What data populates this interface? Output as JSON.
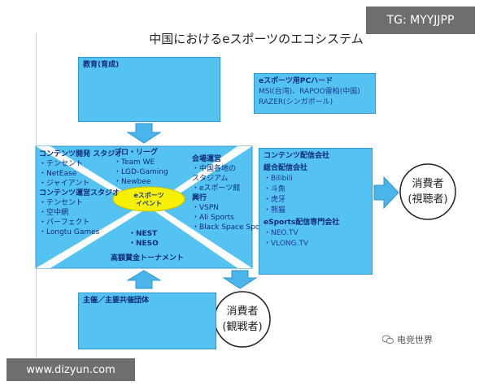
{
  "title": "中国におけるeスポーツのエコシステム",
  "tg_badge": "TG: MYYJJPP",
  "education": {
    "heading": "教育(育成)",
    "lines": [
      "",
      "",
      "",
      ""
    ]
  },
  "hardware": {
    "heading": "eスポーツ用PCハード",
    "lines": [
      "MSI(台湾)、RAPOO雷柏(中国)",
      "RAZER(シンガポール)"
    ]
  },
  "left_sector": {
    "dev_heading": "コンテンツ開発 スタジオ",
    "dev_items": [
      "・テンセント",
      "・NetEase",
      "・ジャイアント"
    ],
    "ops_heading": "コンテンツ運営スタジオ",
    "ops_items": [
      "・テンセント",
      "・空中網",
      "・パーフェクト",
      "・Longtu Games"
    ]
  },
  "top_sector": {
    "heading": "プロ・リーグ",
    "items": [
      "・Team WE",
      "・LGD-Gaming",
      "・Newbee"
    ]
  },
  "right_sector": {
    "venue_heading": "会場運営",
    "venue_items": [
      "・中国各地の",
      "スタジアム",
      "・eスポーツ館"
    ],
    "exec_heading": "興行",
    "exec_items": [
      "・VSPN",
      "・Ali Sports",
      "・Black Space Sports"
    ]
  },
  "bottom_sector": {
    "items": [
      "・NEST",
      "・NESO"
    ],
    "heading": "高額賞金トーナメント"
  },
  "center_event": {
    "line1": "eスポーツ",
    "line2": "イベント"
  },
  "distribution": {
    "heading": "コンテンツ配信会社",
    "general_heading": "総合配信会社",
    "general_items": [
      "・Bilibili",
      "・斗魚",
      "・虎牙",
      "・熊猫"
    ],
    "esports_heading": "eSports配信専門会社",
    "esports_items": [
      "・NEO.TV",
      "・VLONG.TV"
    ]
  },
  "organizers": {
    "heading": "主催／主要共催団体",
    "lines": [
      "",
      "",
      "",
      ""
    ]
  },
  "consumer_viewer": {
    "line1": "消費者",
    "line2": "(視聴者)"
  },
  "consumer_spectator": {
    "line1": "消費者",
    "line2": "(観戦者)"
  },
  "wechat_watermark": "电竞世界",
  "footer_url": "www.dizyun.com",
  "colors": {
    "box_fill": "#55c3f2",
    "box_border": "#2f97c9",
    "arrow": "#4ab5ec",
    "oval": "#f7f000",
    "text_dark_blue": "#0d2c78"
  }
}
